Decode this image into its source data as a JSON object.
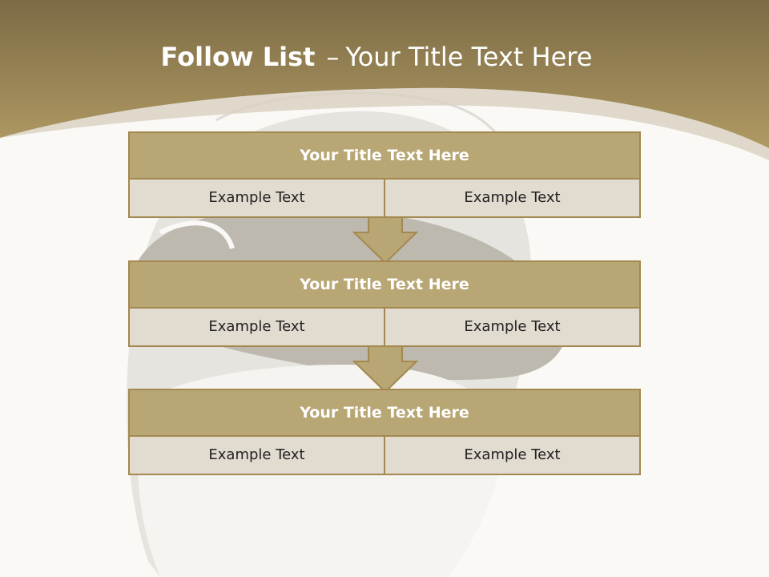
{
  "slide": {
    "title_bold": "Follow List",
    "title_dash": "–",
    "title_rest": "Your Title Text Here"
  },
  "colors": {
    "header_band": "#a38d5a",
    "title_bar": "#b8a674",
    "border": "#a3894f",
    "cell": "#e2dbd0",
    "background": "#faf9f6"
  },
  "blocks": [
    {
      "title": "Your Title Text Here",
      "left": "Example Text",
      "right": "Example Text"
    },
    {
      "title": "Your Title Text Here",
      "left": "Example Text",
      "right": "Example Text"
    },
    {
      "title": "Your Title Text Here",
      "left": "Example Text",
      "right": "Example Text"
    }
  ],
  "icons": [
    "down-arrow-icon"
  ]
}
